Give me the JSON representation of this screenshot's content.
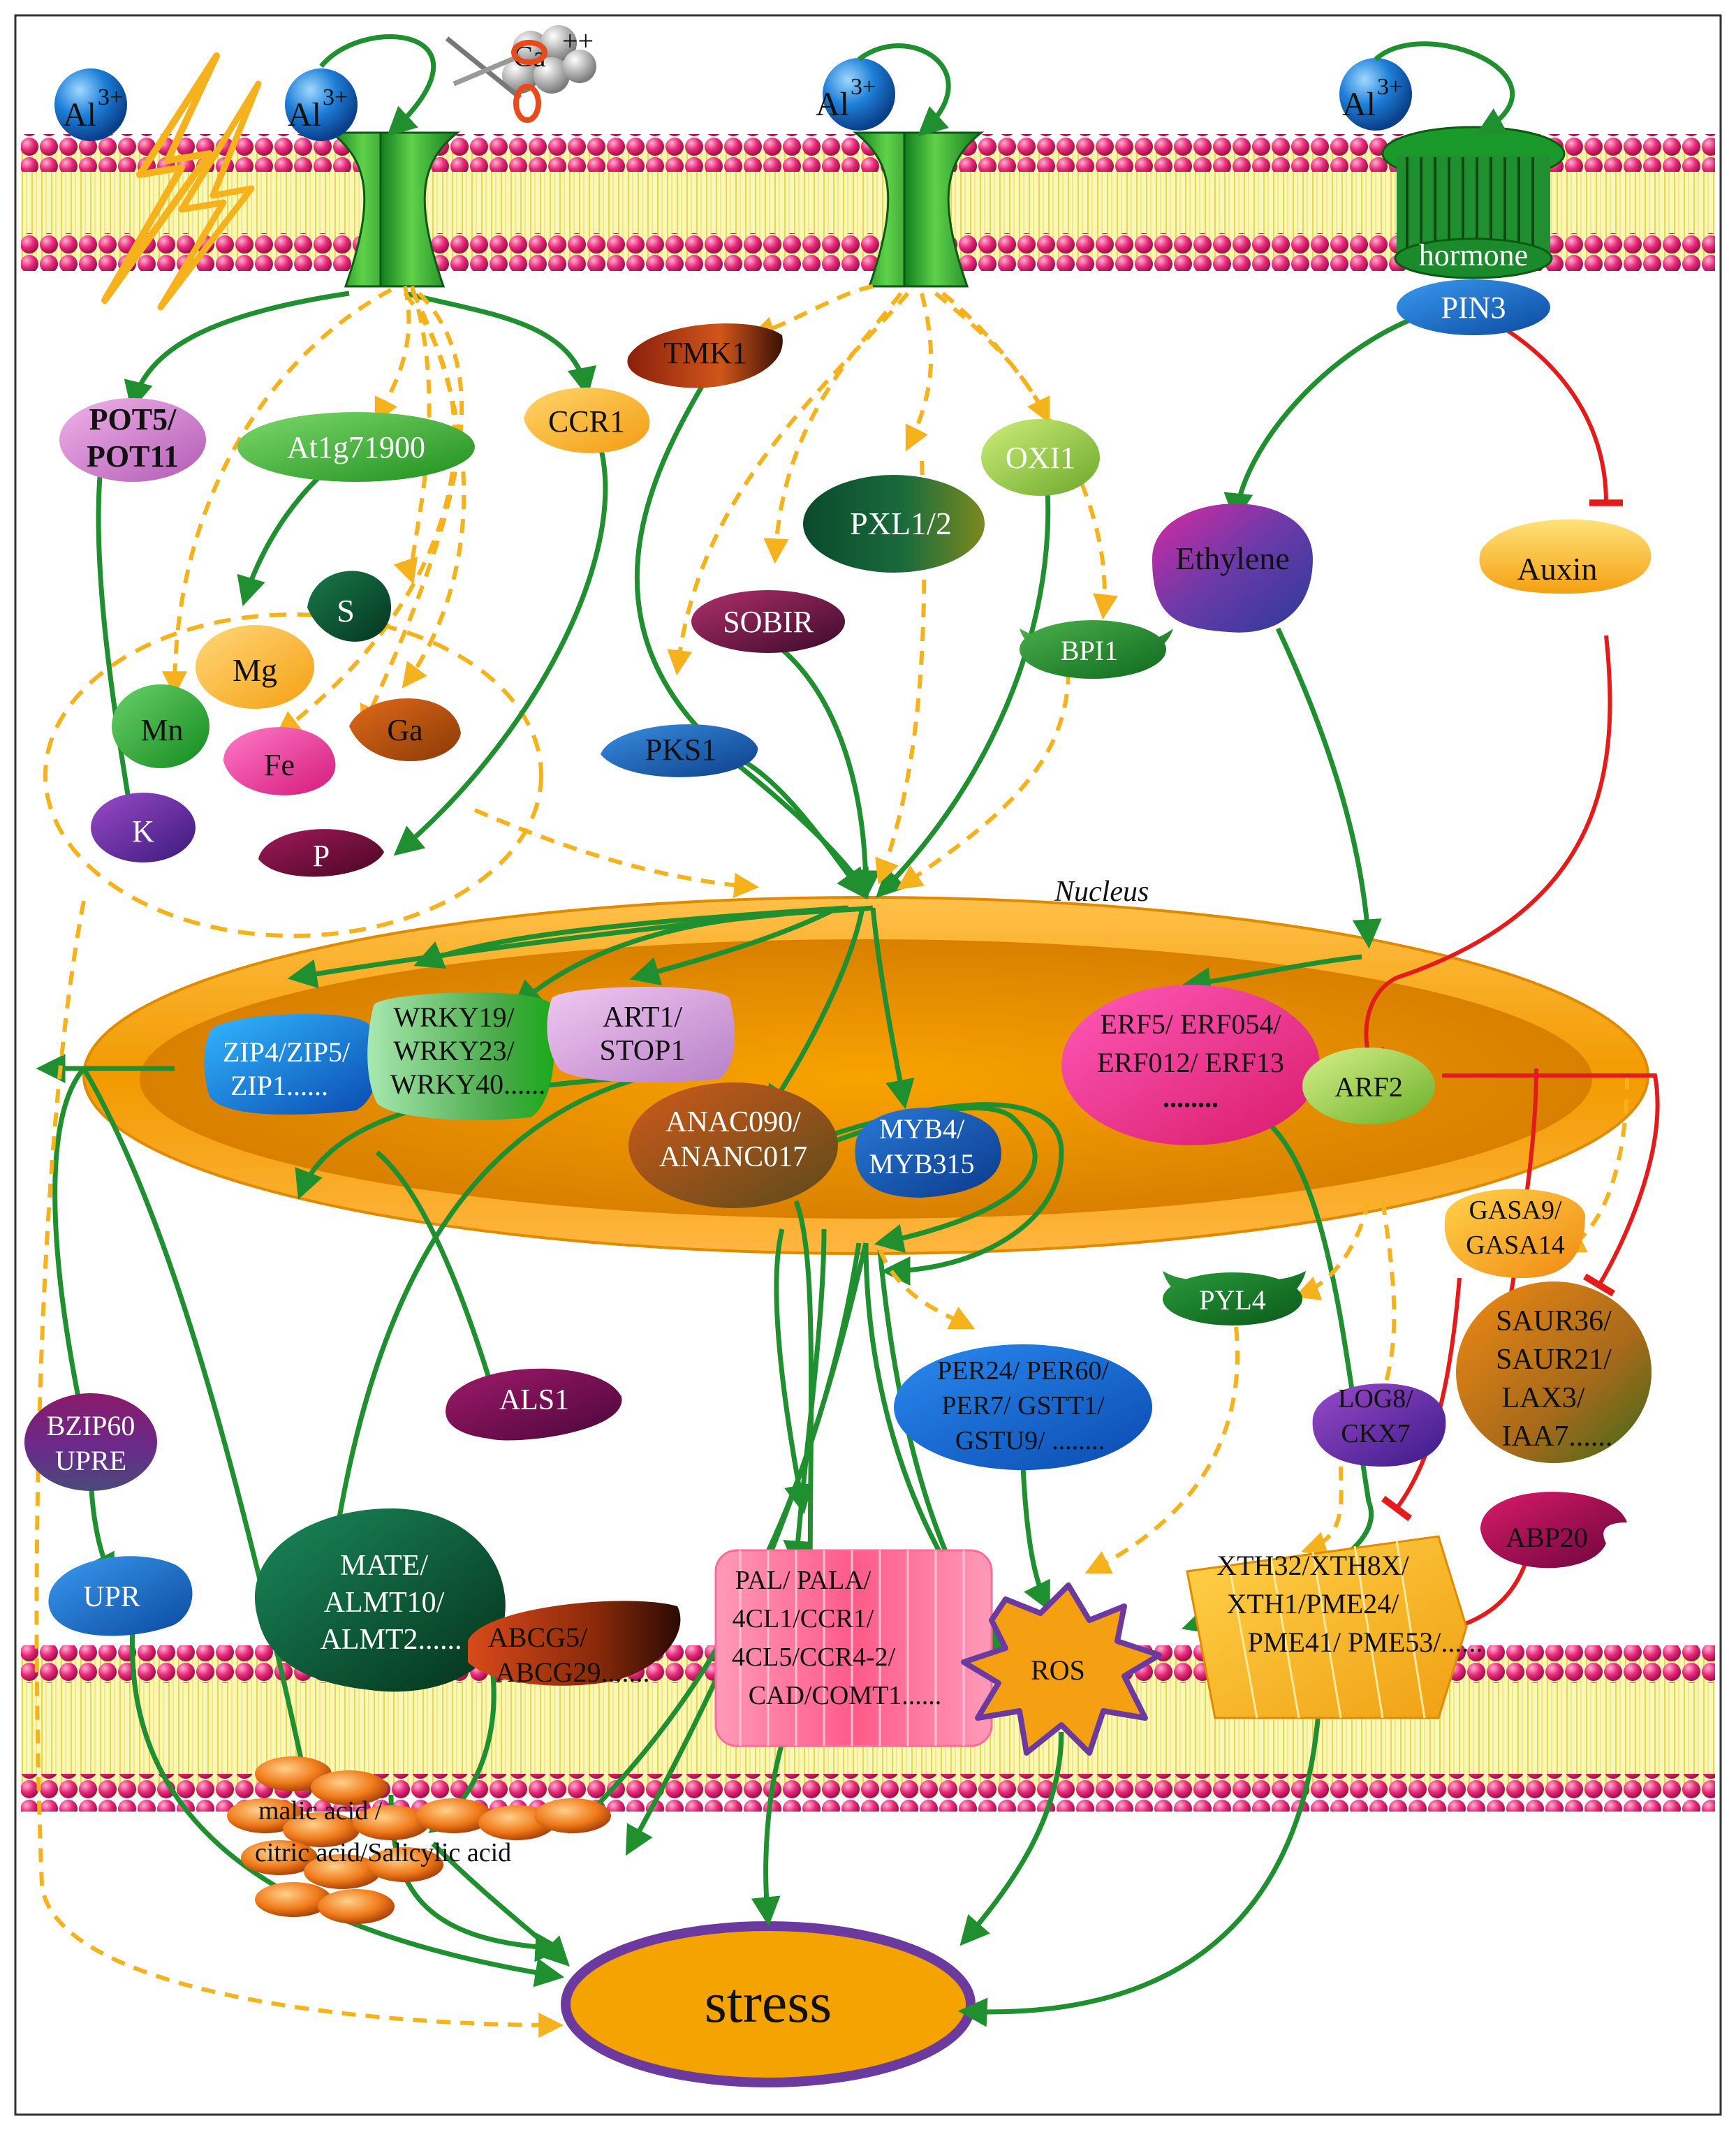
{
  "ions": {
    "al1": "Al",
    "al2": "Al",
    "al3": "Al",
    "al4": "Al",
    "charge": "3+",
    "ca": "Ca",
    "ca_charge": "++"
  },
  "labels": {
    "hormone": "hormone",
    "pin3": "PIN3",
    "pot_line1": "POT5/",
    "pot_line2": "POT11",
    "at1g": "At1g71900",
    "ccr1": "CCR1",
    "tmk1": "TMK1",
    "oxi1": "OXI1",
    "pxl": "PXL1/2",
    "sobir": "SOBIR",
    "bpi1": "BPI1",
    "pks1": "PKS1",
    "ethylene": "Ethylene",
    "auxin": "Auxin",
    "s": "S",
    "mg": "Mg",
    "mn": "Mn",
    "fe": "Fe",
    "ga": "Ga",
    "k": "K",
    "p": "P",
    "nucleus": "Nucleus",
    "zip_l1": "ZIP4/ZIP5/",
    "zip_l2": "ZIP1......",
    "wrky_l1": "WRKY19/",
    "wrky_l2": "WRKY23/",
    "wrky_l3": "WRKY40......",
    "art_l1": "ART1/",
    "art_l2": "STOP1",
    "anac_l1": "ANAC090/",
    "anac_l2": "ANANC017",
    "myb_l1": "MYB4/",
    "myb_l2": "MYB315",
    "erf_l1": "ERF5/ ERF054/",
    "erf_l2": "ERF012/ ERF13",
    "erf_l3": "........",
    "arf2": "ARF2",
    "gasa_l1": "GASA9/",
    "gasa_l2": "GASA14",
    "pyl4": "PYL4",
    "per_l1": "PER24/ PER60/",
    "per_l2": "PER7/ GSTT1/",
    "per_l3": "GSTU9/ ........",
    "als1": "ALS1",
    "bzip_l1": "BZIP60",
    "bzip_l2": "UPRE",
    "upr": "UPR",
    "log_l1": "LOG8/",
    "log_l2": "CKX7",
    "saur_l1": "SAUR36/",
    "saur_l2": "SAUR21/",
    "saur_l3": "LAX3/",
    "saur_l4": "IAA7......",
    "abp20": "ABP20",
    "mate_l1": "MATE/",
    "mate_l2": "ALMT10/",
    "mate_l3": "ALMT2......",
    "abcg_l1": "ABCG5/",
    "abcg_l2": "ABCG29.......",
    "pal_l1": "PAL/ PALA/",
    "pal_l2": "4CL1/CCR1/",
    "pal_l3": "4CL5/CCR4-2/",
    "pal_l4": "CAD/COMT1......",
    "ros": "ROS",
    "xth_l1": "XTH32/XTH8X/",
    "xth_l2": "XTH1/PME24/",
    "xth_l3": "PME41/ PME53/......",
    "acid_l1": "malic acid /",
    "acid_l2": "citric acid/Salicylic acid",
    "stress": "stress"
  },
  "colors": {
    "green_arrow": "#1f8f2f",
    "yellow_dashed": "#f5b21c",
    "red_inhibit": "#e41b1b",
    "membrane_head": "#e8287a",
    "membrane_tail": "#f7f28a",
    "nucleus_outer": "#f5a000",
    "nucleus_inner": "#e38400",
    "stress_fill": "#f4a300",
    "stress_border": "#6c3a9e"
  }
}
